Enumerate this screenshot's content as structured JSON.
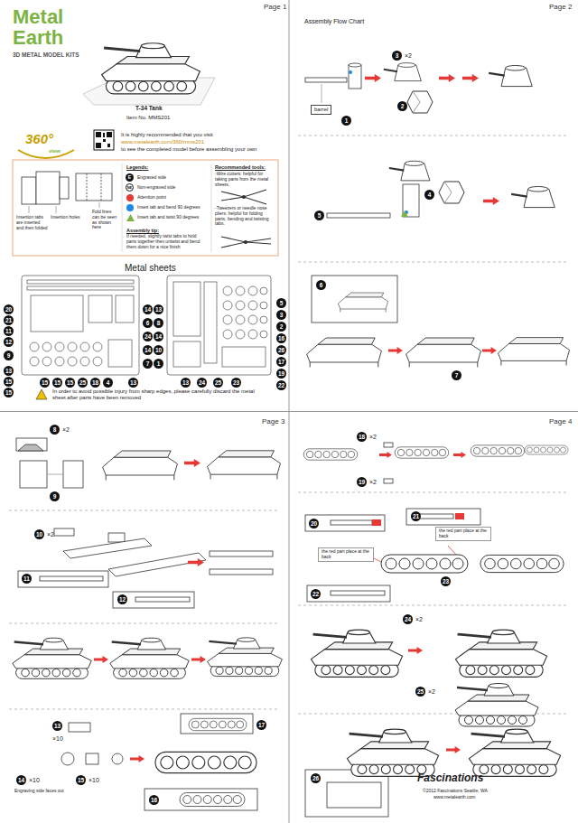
{
  "diagram": {
    "title": "T-34 Tank",
    "nodes": [
      {
        "text": [
          "barrel"
        ]
      },
      {
        "text": [
          "the red part place at the back"
        ]
      },
      {
        "text": [
          "the red part place at the back"
        ]
      }
    ],
    "labels": [
      "Page 1",
      "Metal",
      "Earth",
      "3D METAL MODEL KITS",
      "Item No. MMS201",
      "360°",
      "view",
      "It is highly recommended that you visit",
      "www.metalearth.com/360/mms201",
      "to see the completed model before assembling your own",
      "Insertion tabs are inserted and then folded",
      "Insertion holes",
      "Fold lines can be seen as shown here",
      "Legends:",
      "E",
      "NE",
      "Assembly tip:",
      "If needed, slightly twist tabs to hold parts together then untwist and bend them down for a nice finish",
      "Recommended tools:",
      "-Wire cutters: helpful for taking parts from the metal sheets.",
      "-Tweezers or needle nose pliers: helpful for folding parts, bending and twisting tabs.",
      "Metal sheets",
      "In order to avoid possible injury from sharp edges, please carefully discard the metal sheet after parts have been removed",
      "20",
      "21",
      "11",
      "12",
      "9",
      "13",
      "15",
      "15",
      "14",
      "6",
      "24",
      "14",
      "7",
      "13",
      "15",
      "15",
      "15",
      "25",
      "18",
      "4",
      "13",
      "8",
      "14",
      "10",
      "1",
      "5",
      "3",
      "2",
      "16",
      "26",
      "17",
      "19",
      "22",
      "13",
      "24",
      "25",
      "23",
      "Page 2",
      "Assembly Flow Chart",
      "1",
      "2",
      "3",
      "×2",
      "4",
      "5",
      "6",
      "7",
      "Page 3",
      "8",
      "×2",
      "9",
      "10",
      "×2",
      "11",
      "12",
      "13",
      "×10",
      "14",
      "×10",
      "Engraving side faces out",
      "15",
      "×10",
      "16",
      "17",
      "Page 4",
      "18",
      "×2",
      "19",
      "×2",
      "20",
      "21",
      "22",
      "23",
      "24",
      "×2",
      "25",
      "×2",
      "26",
      "Fascinations",
      "©2012 Fascinations Seattle, WA",
      "www.metalearth.com"
    ],
    "legend": [
      {
        "text": "Engraved side"
      },
      {
        "text": "Non-engraved side"
      },
      {
        "text": "Attention point",
        "color": "#e53935"
      },
      {
        "text": "Insert tab and bend 90 degrees",
        "color": "#1e88e5"
      },
      {
        "text": "Insert tab and twist 90 degrees"
      }
    ]
  }
}
